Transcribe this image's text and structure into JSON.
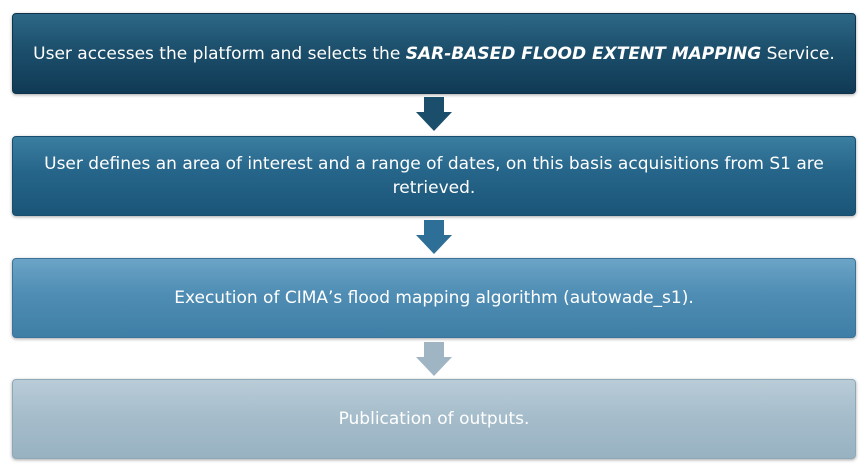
{
  "steps": [
    {
      "before": "User accesses the platform and selects the ",
      "emphasis": "SAR-BASED FLOOD EXTENT MAPPING",
      "after": " Service."
    },
    {
      "text": "User defines an area of interest and a range of dates, on this basis acquisitions from S1 are retrieved."
    },
    {
      "text": "Execution of CIMA’s flood mapping algorithm (autowade_s1)."
    },
    {
      "text": "Publication of outputs."
    }
  ],
  "colors": {
    "arrow1": "#1b4e6a",
    "arrow2": "#2d6f97",
    "arrow3": "#9fb5c3"
  }
}
